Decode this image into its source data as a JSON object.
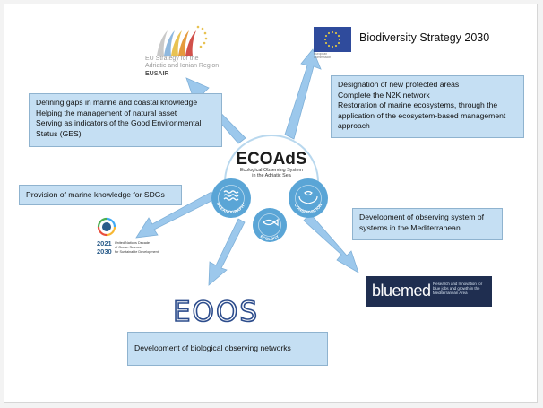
{
  "center": {
    "title": "ECOAdS",
    "subtitle_line1": "Ecological Observing System",
    "subtitle_line2": "in the Adriatic Sea",
    "oceanography_label": "OCEANOGRAPHY",
    "conservation_label": "CONSERVATION",
    "ecology_label": "ECOLOGY"
  },
  "eusair": {
    "line1": "EU Strategy for the",
    "line2": "Adriatic and Ionian Region",
    "acronym": "EUSAIR"
  },
  "biodiversity": {
    "title": "Biodiversity Strategy 2030",
    "flag_label_line1": "European",
    "flag_label_line2": "Commission"
  },
  "boxes": {
    "eusair_box": [
      "Defining gaps in marine and coastal knowledge",
      "Helping the management of natural asset",
      "Serving as indicators of the Good Environmental",
      "Status (GES)"
    ],
    "biodiversity_box": [
      "Designation of new protected areas",
      "Complete the N2K network",
      "Restoration of marine ecosystems, through the",
      "application of the ecosystem-based management",
      "approach"
    ],
    "sdg_box": [
      "Provision of marine knowledge for SDGs"
    ],
    "mediterranean_box": [
      "Development of observing system of",
      "systems in the Mediterranean"
    ],
    "eoos_box": [
      "Development of biological observing networks"
    ]
  },
  "ocean_decade": {
    "year_start": "2021",
    "year_end": "2030",
    "line1": "United Nations Decade",
    "line2": "of Ocean Science",
    "line3": "for Sustainable Development"
  },
  "eoos": {
    "wordmark": "EOOS"
  },
  "bluemed": {
    "wordmark": "bluemed",
    "tagline": "Research and Innovation for blue jobs and growth in the Mediterranean Area"
  },
  "colors": {
    "box_fill": "#c5dff3",
    "arrow_fill": "#9cc8ec",
    "center_blue": "#5aa5d6",
    "eoos_blue": "#2c4c8c",
    "bluemed_navy": "#1f2e50"
  }
}
